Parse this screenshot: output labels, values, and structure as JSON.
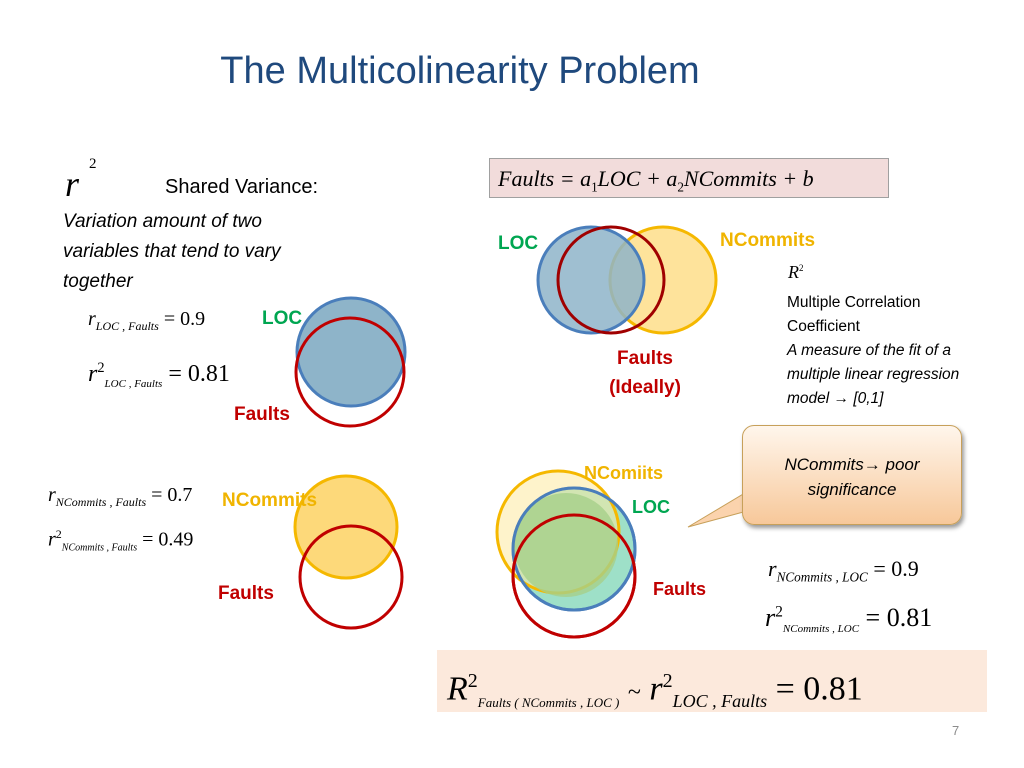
{
  "title": "The Multicolinearity Problem",
  "shared_variance": {
    "symbol": "r",
    "sup": "2",
    "heading": "Shared Variance:",
    "line1": "Variation amount of two",
    "line2": "variables that tend to vary",
    "line3": "together"
  },
  "loc_faults": {
    "r_sub": "LOC , Faults",
    "r_val": "= 0.9",
    "r2_sub": "LOC , Faults",
    "r2_val": "= 0.81",
    "loc_label": "LOC",
    "faults_label": "Faults"
  },
  "ncommits_faults": {
    "r_sub": "NCommits , Faults",
    "r_val": "= 0.7",
    "r2_sub": "NCommits , Faults",
    "r2_val": "= 0.49",
    "ncommits_label": "NCommits",
    "faults_label": "Faults"
  },
  "regression": {
    "formula_lhs": "Faults = a",
    "formula_sub1": "1",
    "formula_mid": "LOC + a",
    "formula_sub2": "2",
    "formula_rhs": "NCommits + b",
    "loc_label": "LOC",
    "ncommits_label": "NCommits",
    "faults_label_1": "Faults",
    "faults_label_2": "(Ideally)"
  },
  "multiple_corr": {
    "symbol": "R",
    "sup": "2",
    "line1": "Multiple Correlation",
    "line2": "Coefficient",
    "line3": "A measure of the fit of a",
    "line4": "multiple  linear regression",
    "line5": "model → [0,1]"
  },
  "callout": {
    "line1": "NCommits→ poor",
    "line2": "significance"
  },
  "actual": {
    "ncomiits_label": "NComiits",
    "loc_label": "LOC",
    "faults_label": "Faults",
    "r_sub": "NCommits , LOC",
    "r_val": "= 0.9",
    "r2_sub": "NCommits , LOC",
    "r2_val": "= 0.81"
  },
  "bottom_formula": {
    "R": "R",
    "R_sup": "2",
    "R_sub": "Faults ( NCommits , LOC )",
    "tilde": "~",
    "r": "r",
    "r_sup": "2",
    "r_sub": "LOC , Faults",
    "value": "= 0.81"
  },
  "page_number": "7",
  "colors": {
    "title": "#1f497d",
    "loc_fill": "#8eb4c9",
    "loc_stroke": "#4a7ebb",
    "ncommits_fill": "#fdd97a",
    "ncommits_stroke": "#f5b800",
    "faults_stroke": "#c00000",
    "green_overlap": "#a6d08a",
    "label_green": "#00a651",
    "label_orange": "#f0b400",
    "label_red": "#c00000"
  }
}
